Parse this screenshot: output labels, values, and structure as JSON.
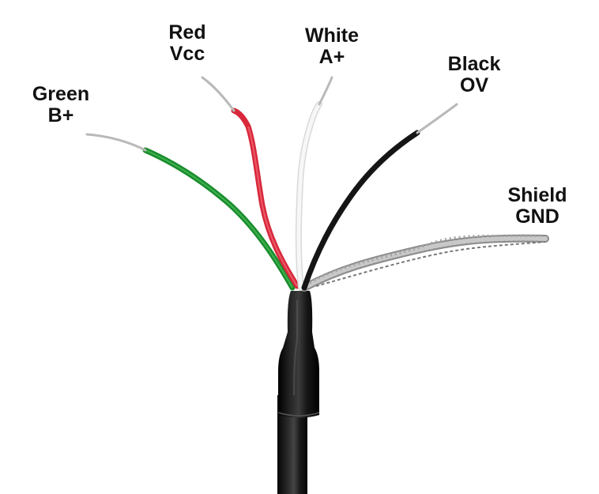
{
  "wires": [
    {
      "id": "green",
      "color_name": "Green",
      "signal": "B+",
      "color": "#1a8c2c"
    },
    {
      "id": "red",
      "color_name": "Red",
      "signal": "Vcc",
      "color": "#d8283a"
    },
    {
      "id": "white",
      "color_name": "White",
      "signal": "A+",
      "color": "#f4f4f4"
    },
    {
      "id": "black",
      "color_name": "Black",
      "signal": "OV",
      "color": "#151515"
    },
    {
      "id": "shield",
      "color_name": "Shield",
      "signal": "GND",
      "color": "#9a9a9a"
    }
  ],
  "colors": {
    "background": "#ffffff",
    "cable_jacket": "#111111",
    "copper_strand": "#b9b9b9",
    "label_text": "#111111"
  }
}
